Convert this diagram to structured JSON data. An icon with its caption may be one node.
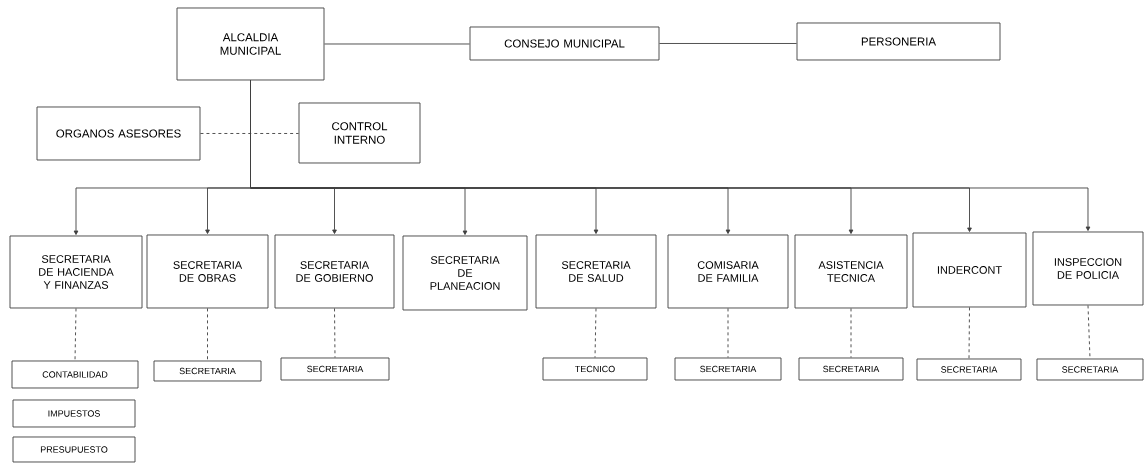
{
  "diagram": {
    "nodes": [
      {
        "text": [
          "ALCALDIA MUNICIPAL"
        ]
      },
      {
        "text": [
          "CONSEJO MUNICIPAL"
        ]
      },
      {
        "text": [
          "PERSONERIA"
        ]
      },
      {
        "text": [
          "ORGANOS ASESORES"
        ]
      },
      {
        "text": [
          "CONTROL INTERNO"
        ]
      },
      {
        "text": [
          "SECRETARIA DE HACIENDA Y FINANZAS"
        ]
      },
      {
        "text": [
          "SECRETARIA DE OBRAS"
        ]
      },
      {
        "text": [
          "SECRETARIA DE GOBIERNO"
        ]
      },
      {
        "text": [
          "SECRETARIA DE PLANEACION"
        ]
      },
      {
        "text": [
          "SECRETARIA DE SALUD"
        ]
      },
      {
        "text": [
          "COMISARIA DE FAMILIA"
        ]
      },
      {
        "text": [
          "ASISTENCIA TECNICA"
        ]
      },
      {
        "text": [
          "INDERCONT"
        ]
      },
      {
        "text": [
          "INSPECCION DE POLICIA"
        ]
      },
      {
        "text": [
          "CONTABILIDAD"
        ]
      },
      {
        "text": [
          "IMPUESTOS"
        ]
      },
      {
        "text": [
          "PRESUPUESTO"
        ]
      },
      {
        "text": [
          "SECRETARIA"
        ]
      },
      {
        "text": [
          "SECRETARIA"
        ]
      },
      {
        "text": [
          "TECNICO"
        ]
      },
      {
        "text": [
          "SECRETARIA"
        ]
      },
      {
        "text": [
          "SECRETARIA"
        ]
      },
      {
        "text": [
          "SECRETARIA"
        ]
      },
      {
        "text": [
          "SECRETARIA"
        ]
      }
    ],
    "edges": [
      {
        "from": 0,
        "to": 1,
        "arrow": "none"
      },
      {
        "from": 1,
        "to": 2,
        "arrow": "none"
      },
      {
        "from": 3,
        "to": 4,
        "arrow": "none",
        "style": "dashed"
      },
      {
        "from": 0,
        "to": 5,
        "arrow": "to"
      },
      {
        "from": 0,
        "to": 6,
        "arrow": "to"
      },
      {
        "from": 0,
        "to": 7,
        "arrow": "to"
      },
      {
        "from": 0,
        "to": 8,
        "arrow": "to"
      },
      {
        "from": 0,
        "to": 9,
        "arrow": "to"
      },
      {
        "from": 0,
        "to": 10,
        "arrow": "to"
      },
      {
        "from": 0,
        "to": 11,
        "arrow": "to"
      },
      {
        "from": 0,
        "to": 12,
        "arrow": "to"
      },
      {
        "from": 0,
        "to": 13,
        "arrow": "to"
      },
      {
        "from": 5,
        "to": 14,
        "arrow": "none",
        "style": "dashed"
      },
      {
        "from": 6,
        "to": 17,
        "arrow": "none",
        "style": "dashed"
      },
      {
        "from": 7,
        "to": 18,
        "arrow": "none",
        "style": "dashed"
      },
      {
        "from": 9,
        "to": 19,
        "arrow": "none",
        "style": "dashed"
      },
      {
        "from": 10,
        "to": 20,
        "arrow": "none",
        "style": "dashed"
      },
      {
        "from": 11,
        "to": 21,
        "arrow": "none",
        "style": "dashed"
      },
      {
        "from": 12,
        "to": 22,
        "arrow": "none",
        "style": "dashed"
      },
      {
        "from": 13,
        "to": 23,
        "arrow": "none",
        "style": "dashed"
      }
    ]
  }
}
